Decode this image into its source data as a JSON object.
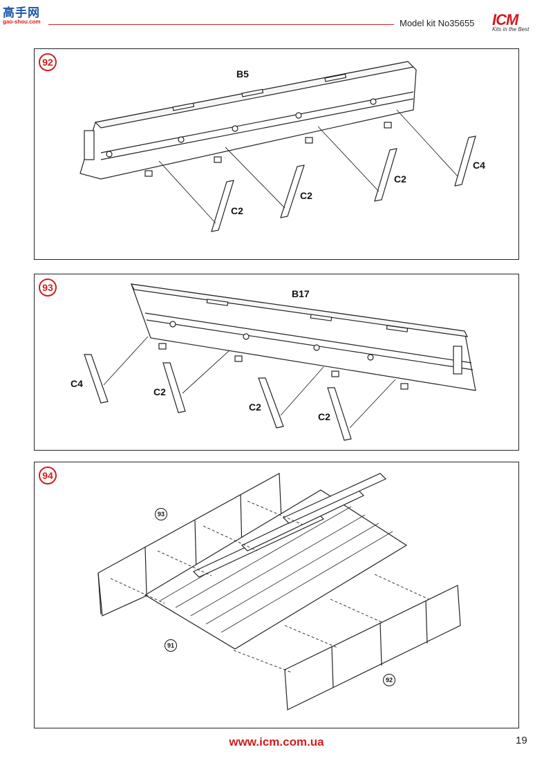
{
  "header": {
    "left_logo_text": "高手网",
    "left_logo_site": "gao-shou.com",
    "kit_label": "Model kit No35655",
    "brand_name": "ICM",
    "brand_slogan": "Kits in the Best"
  },
  "steps": [
    {
      "number": "92",
      "part_labels": [
        {
          "text": "B5"
        },
        {
          "text": "C2"
        },
        {
          "text": "C2"
        },
        {
          "text": "C2"
        },
        {
          "text": "C4"
        }
      ]
    },
    {
      "number": "93",
      "part_labels": [
        {
          "text": "B17"
        },
        {
          "text": "C4"
        },
        {
          "text": "C2"
        },
        {
          "text": "C2"
        },
        {
          "text": "C2"
        }
      ]
    },
    {
      "number": "94",
      "refs": [
        {
          "text": "93"
        },
        {
          "text": "91"
        },
        {
          "text": "92"
        }
      ]
    }
  ],
  "footer": {
    "url": "www.icm.com.ua",
    "page_number": "19"
  }
}
